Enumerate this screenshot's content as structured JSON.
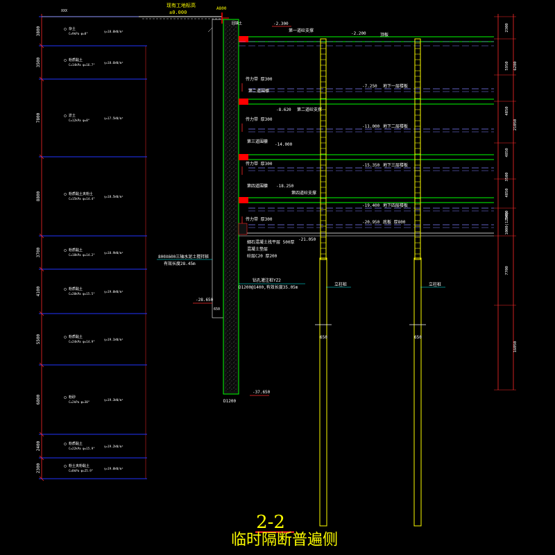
{
  "drawing": {
    "title": "2-2",
    "subtitle": "临时隔断普遍侧",
    "ground_label": "现有工地标高",
    "ground_elev": "±0.000",
    "top_dim": "A800",
    "left_header": "XXX",
    "cut_label": "回填土",
    "wall_note": "800X600三轴水泥土搅拌桩",
    "wall_note2": "有效长度28.45m",
    "wall_bottom_elev": "-28.650",
    "wall_bottom_dim": "650",
    "pile_label": "D1200",
    "pile_bottom_elev": "-37.650",
    "column_label_1": "立柱桩",
    "column_label_2": "立柱桩",
    "column_dim_1": "650",
    "column_dim_2": "650",
    "bored_pile_note": "钻孔灌注桩YZ2",
    "bored_pile_note2": "D1200@1400,有效长度35.05m",
    "base_layers": [
      "細石混凝土找平层 500厚",
      "混凝土垫层",
      "砼层C20 厚200"
    ],
    "base_elev": "-21.050",
    "struts": [
      {
        "label": "第一道砼支撑",
        "elev": "-2.300",
        "elev2": "-2.200"
      },
      {
        "label": "第二道砼支撑",
        "elev": "-8.620"
      },
      {
        "label": "第三道围檩",
        "elev": "-14.000"
      },
      {
        "label": "第四道围檩",
        "elev": "-18.250",
        "label2": "第四道砼支撑"
      }
    ],
    "belts": [
      "传力带 厚300",
      "传力带 厚300",
      "传力带 厚300",
      "传力带 厚300"
    ],
    "wales": [
      "第二道围檩"
    ],
    "floors": [
      {
        "label": "地下一层楼板",
        "elev": "-7.250"
      },
      {
        "label": "地下二层楼板",
        "elev": "-11.000"
      },
      {
        "label": "地下三层楼板",
        "elev": "-15.350"
      },
      {
        "label": "地下四层楼板",
        "elev": "-19.400"
      },
      {
        "label": "底板 厚800",
        "elev": "-20.950"
      }
    ],
    "top_slab_label": "顶板",
    "soil_layers": [
      {
        "dim": "3800",
        "name": "杂土",
        "params": "C=9kPa φ=8°",
        "gamma": "γ=18.0kN/m³"
      },
      {
        "dim": "3500",
        "name": "粉质黏土",
        "params": "C=14kPa φ=16.7°",
        "gamma": "γ=18.6kN/m³"
      },
      {
        "dim": "7800",
        "name": "淤土",
        "params": "C=12kPa φ=8°",
        "gamma": "γ=17.5kN/m³"
      },
      {
        "dim": "8800",
        "name": "粉质黏土夹粉土",
        "params": "C=15kPa φ=14.4°",
        "gamma": "γ=18.5kN/m³"
      },
      {
        "dim": "3700",
        "name": "粉质黏土",
        "params": "C=18kPa φ=14.2°",
        "gamma": "γ=18.9kN/m³"
      },
      {
        "dim": "4100",
        "name": "粉质黏土",
        "params": "C=20kPa φ=15.5°",
        "gamma": "γ=19.0kN/m³"
      },
      {
        "dim": "5500",
        "name": "粉质黏土",
        "params": "C=24kPa φ=14.9°",
        "gamma": "γ=19.1kN/m³"
      },
      {
        "dim": "6800",
        "name": "粉砂",
        "params": "C=2kPa φ=30°",
        "gamma": "γ=19.3kN/m³"
      },
      {
        "dim": "2400",
        "name": "粉质黏土",
        "params": "C=22kPa φ=15.9°",
        "gamma": "γ=19.2kN/m³"
      },
      {
        "dim": "2300",
        "name": "粉土夹粉黏土",
        "params": "C=8kPa φ=25.9°",
        "gamma": "γ=19.0kN/m³"
      }
    ],
    "right_dims": [
      "2300",
      "5950",
      "6280",
      "4850",
      "4850",
      "3500",
      "4850",
      "21050",
      "4850",
      "3400",
      "1000(1250)",
      "7700",
      "16050"
    ],
    "colors": {
      "soil_line": "#2233ff",
      "dim": "#ff2a2a",
      "text": "#ffffff",
      "text_yellow": "#ffff00",
      "wall": "#00ff00",
      "strut": "#ff0000",
      "pile": "#ffff00",
      "dash": "#8080ff",
      "lead": "#00ffff"
    }
  }
}
